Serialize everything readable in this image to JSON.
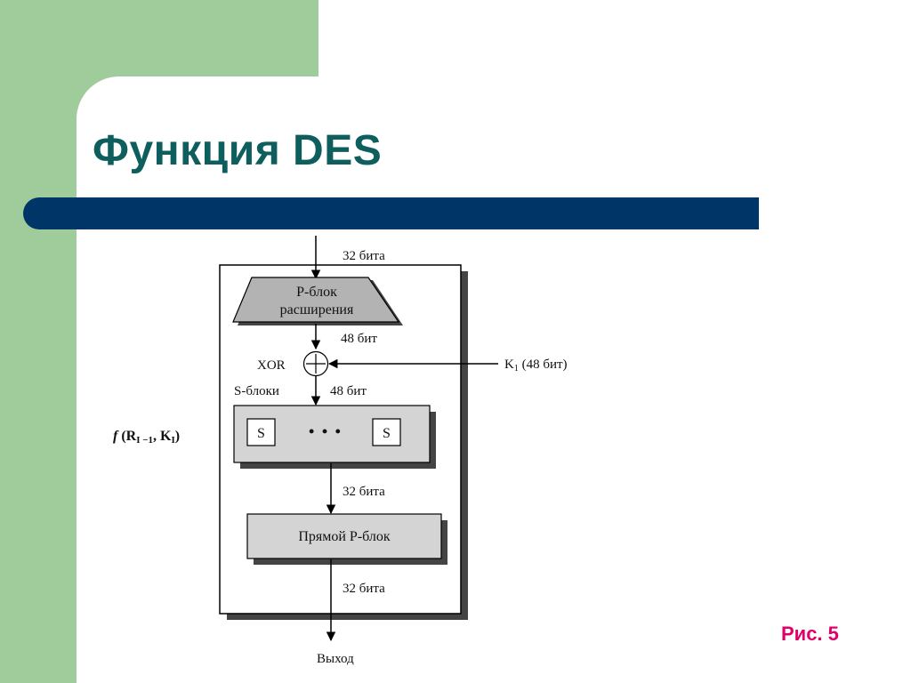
{
  "slide": {
    "title": "Функция DES",
    "figure_caption": "Рис. 5",
    "colors": {
      "side_band": "#9fcc9a",
      "title_bar": "#003567",
      "title_text": "#0e5e5e",
      "caption_text": "#e0006a"
    }
  },
  "diagram": {
    "input_label": "32 бита",
    "expansion_pbox": {
      "line1": "P-блок",
      "line2": "расширения"
    },
    "after_expansion_label": "48 бит",
    "xor_label": "XOR",
    "key_input": {
      "prefix": "K",
      "subscript": "1",
      "suffix": " (48 бит)"
    },
    "sboxes_label": "S-блоки",
    "after_xor_label": "48 бит",
    "sbox_letter_left": "S",
    "sbox_dots": "• • •",
    "sbox_letter_right": "S",
    "after_sboxes_label": "32 бита",
    "straight_pbox_label": "Прямой P-блок",
    "after_pbox_label": "32 бита",
    "output_label": "Выход",
    "function_label": {
      "f": "f",
      "open": " (R",
      "sub1": "I −1",
      "mid": ", K",
      "sub2": "I",
      "close": ")"
    }
  }
}
